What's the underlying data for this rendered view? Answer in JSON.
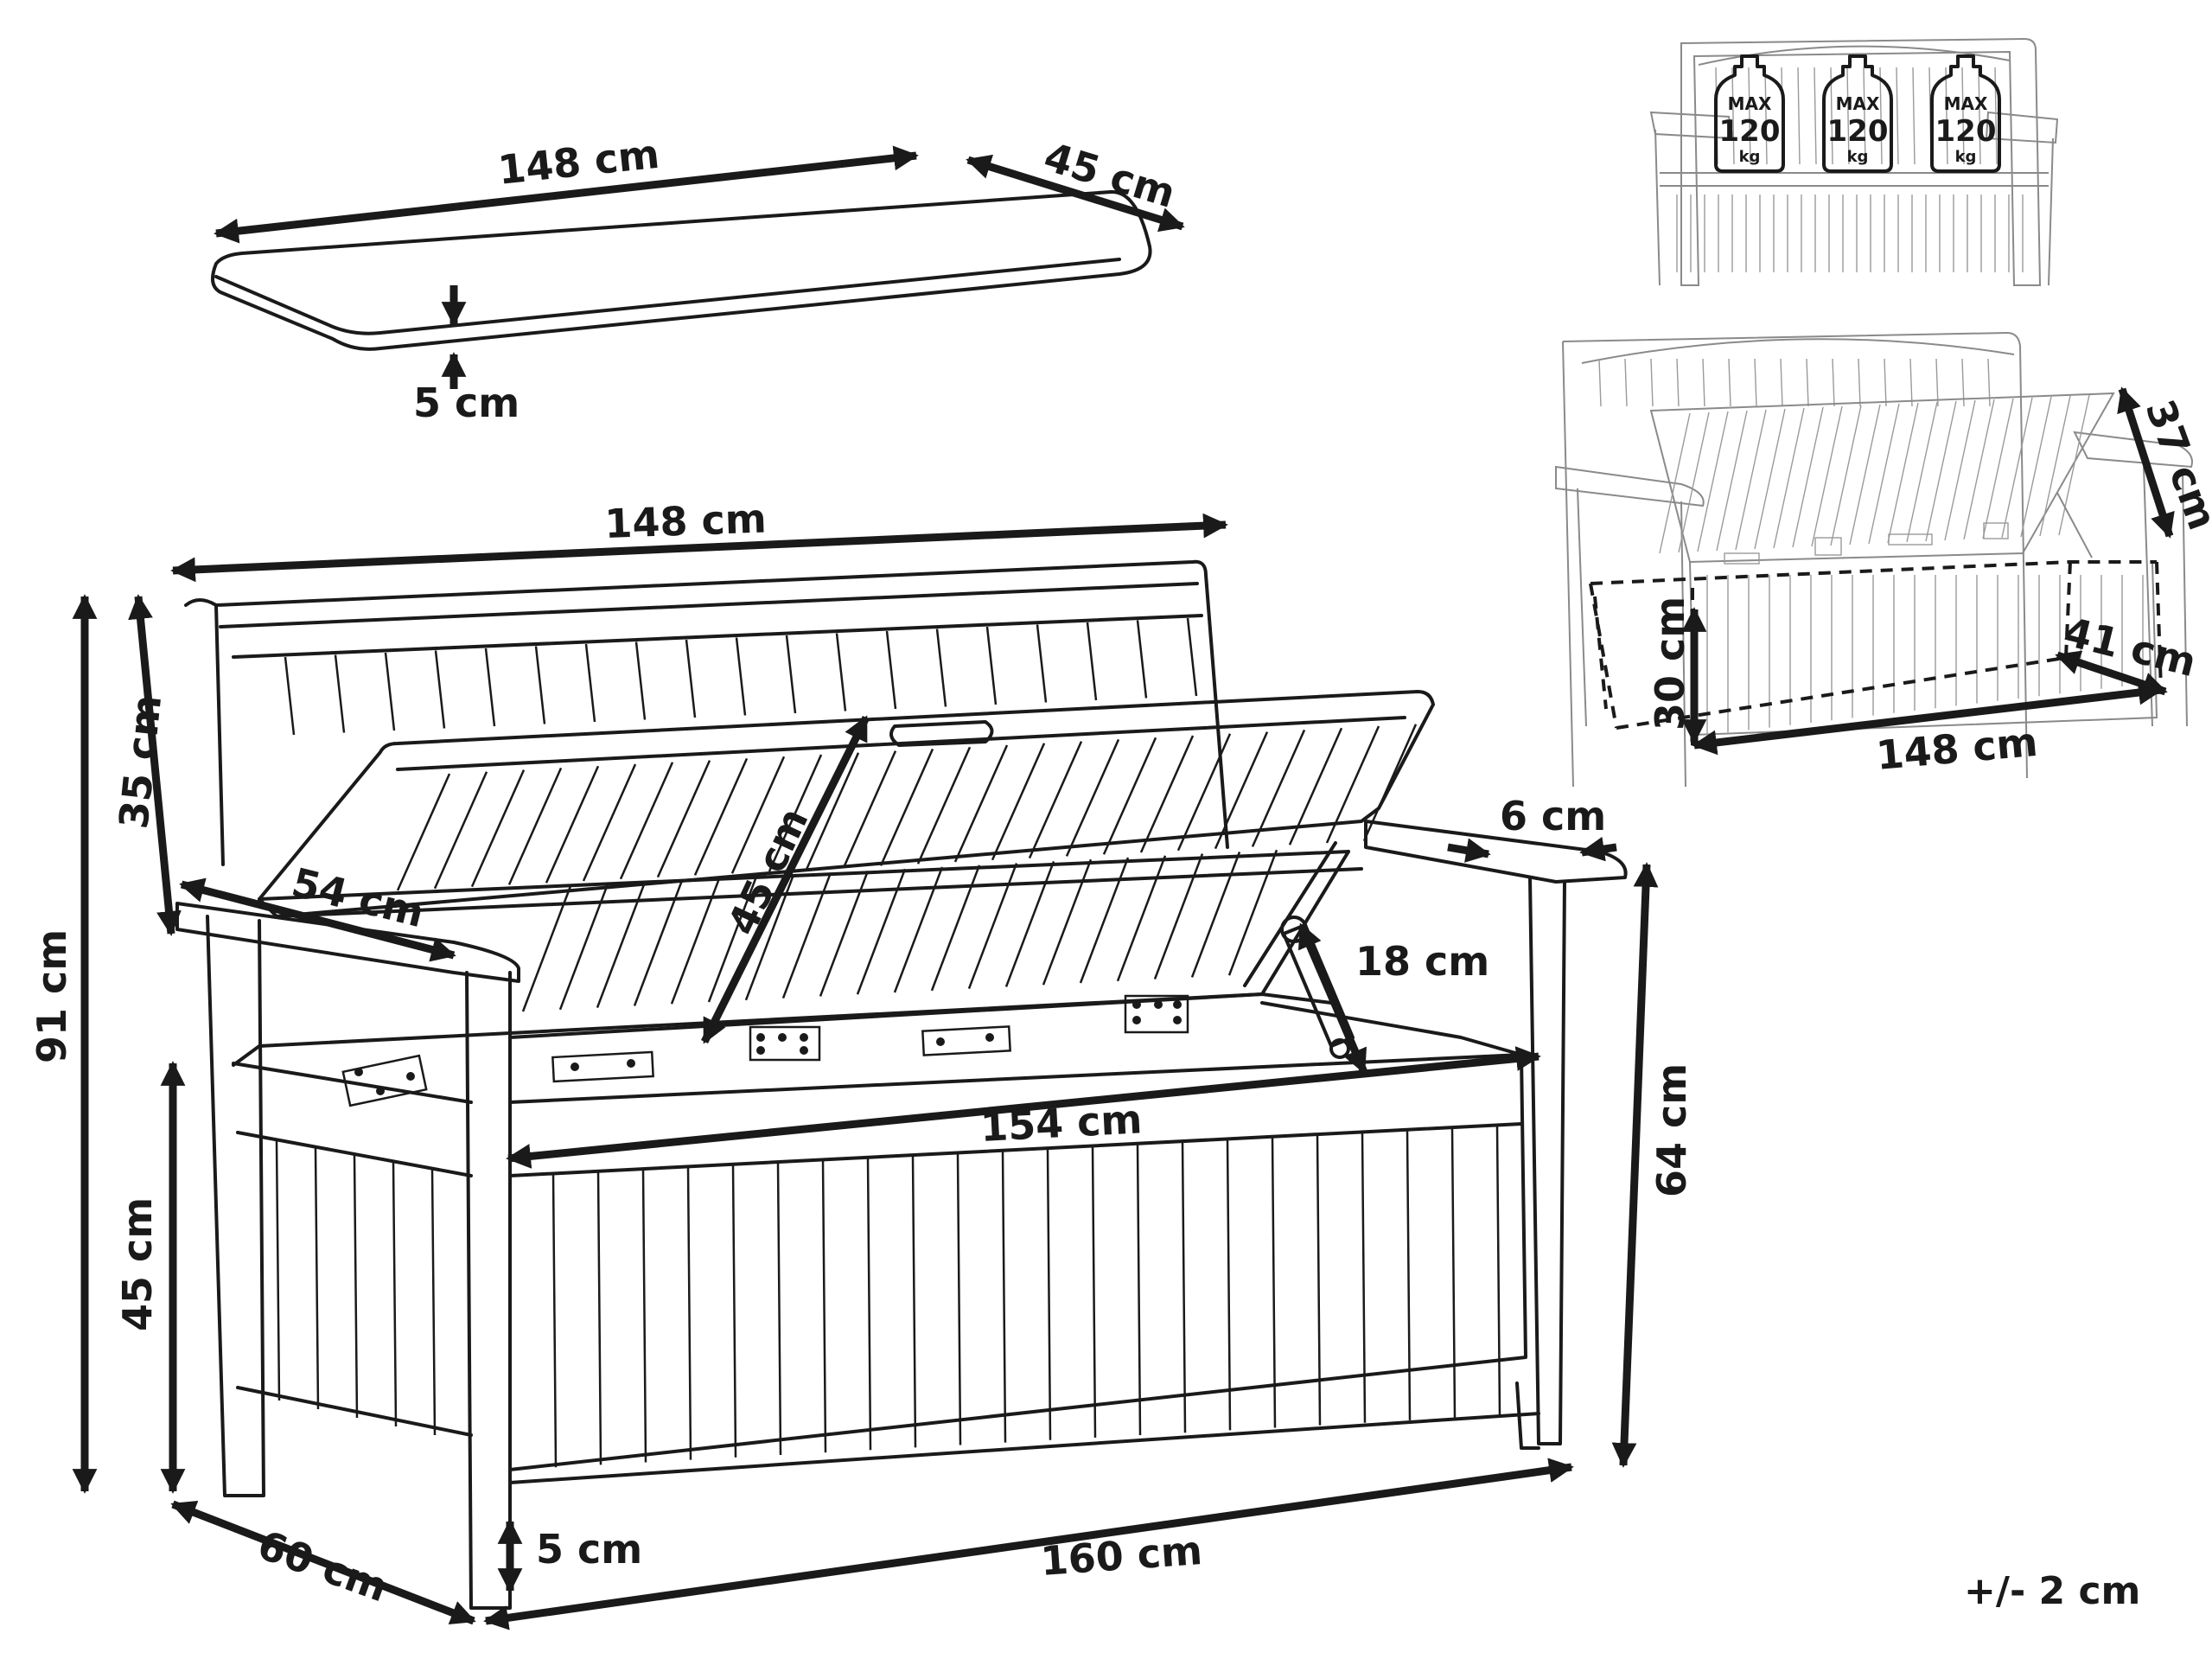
{
  "cushion": {
    "length": "148 cm",
    "depth": "45 cm",
    "thickness": "5 cm"
  },
  "bench": {
    "width_top": "148 cm",
    "backrest_height": "35 cm",
    "total_height": "91 cm",
    "seat_height": "45 cm",
    "armrest_depth": "54 cm",
    "lid_depth": "45 cm",
    "armrest_width": "6 cm",
    "hinge_support": "18 cm",
    "inner_length": "154 cm",
    "armrest_height": "64 cm",
    "depth": "60 cm",
    "foot_height": "5 cm",
    "total_width": "160 cm"
  },
  "load_badges": [
    {
      "max": "MAX",
      "value": "120",
      "unit": "kg"
    },
    {
      "max": "MAX",
      "value": "120",
      "unit": "kg"
    },
    {
      "max": "MAX",
      "value": "120",
      "unit": "kg"
    }
  ],
  "storage": {
    "lid_height": "37 cm",
    "inner_height": "30 cm",
    "inner_depth": "41 cm",
    "inner_length": "148 cm"
  },
  "tolerance": "+/- 2 cm"
}
